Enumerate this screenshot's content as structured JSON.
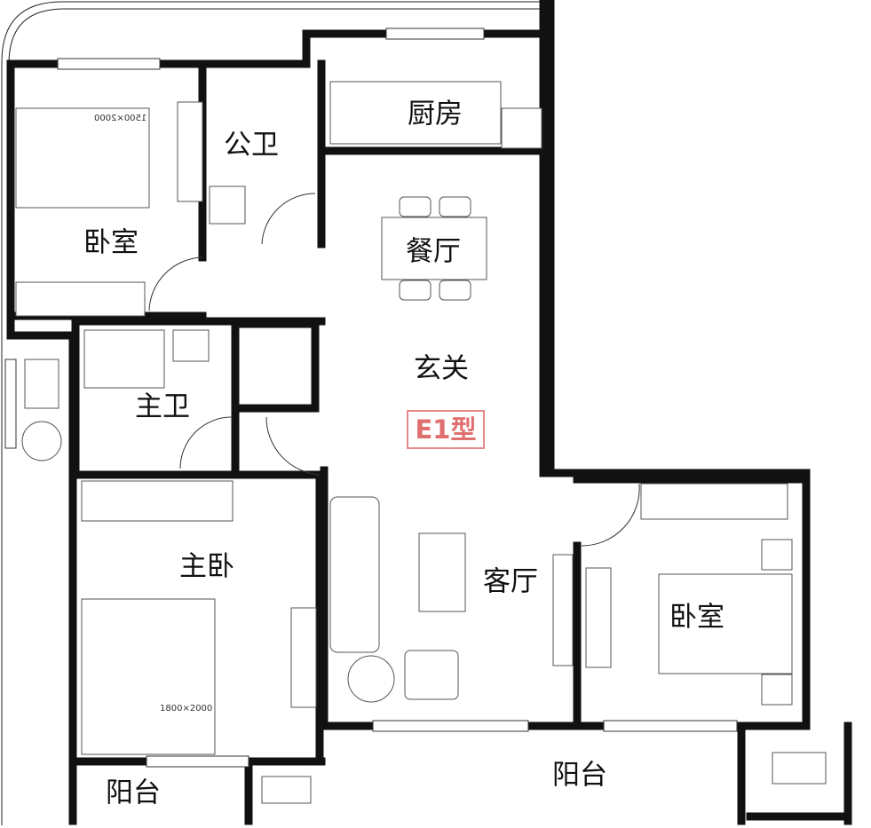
{
  "plan": {
    "type_label": "E1型",
    "accent_color": "#e07070",
    "rooms": {
      "bedroom_nw": "卧室",
      "public_bath": "公卫",
      "kitchen": "厨房",
      "dining": "餐厅",
      "foyer": "玄关",
      "master_bath": "主卫",
      "master_bedroom": "主卧",
      "living": "客厅",
      "bedroom_se": "卧室",
      "balcony_left": "阳台",
      "balcony_right": "阳台"
    },
    "bed_sizes": {
      "bedroom_nw": "1500×2000",
      "master_bedroom": "1800×2000"
    }
  }
}
